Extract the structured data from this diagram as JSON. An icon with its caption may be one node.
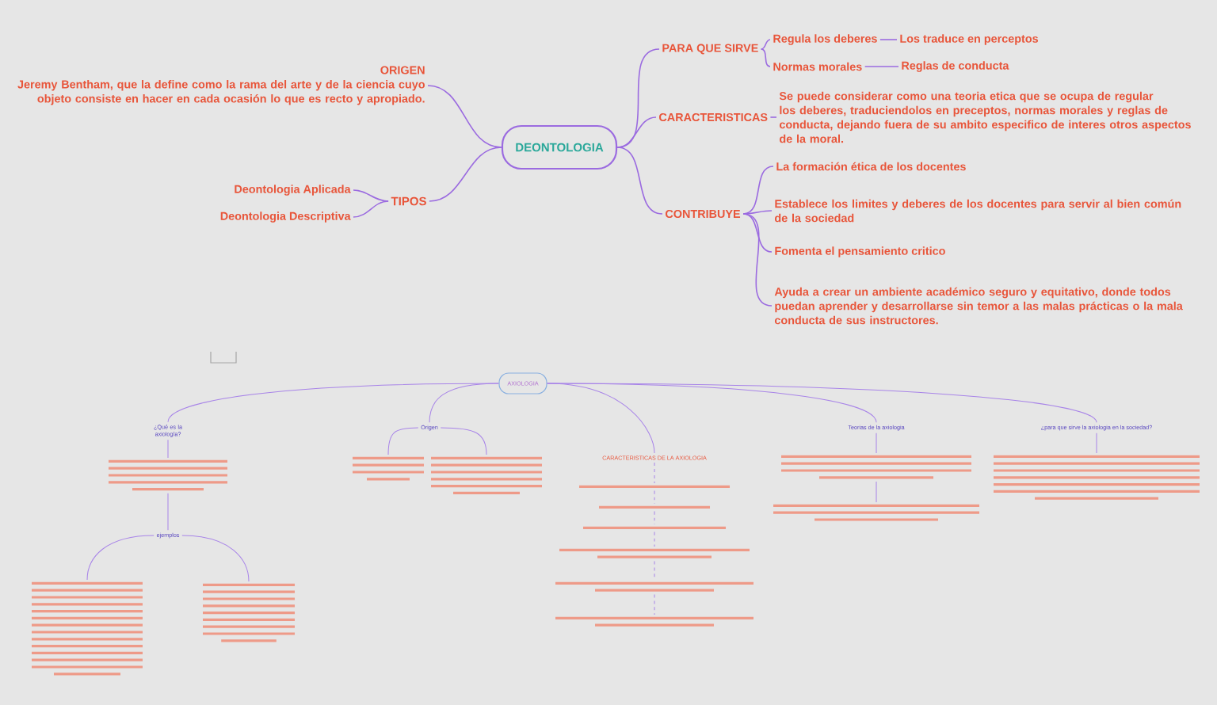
{
  "diagram": {
    "nodes": [
      {
        "text": [
          "DEONTOLOGIA"
        ]
      },
      {
        "text": [
          "ORIGEN",
          "Jeremy Bentham, que la define como la rama del arte y de la ciencia cuyo objeto consiste en hacer en cada ocasión lo que es recto y apropiado."
        ]
      },
      {
        "text": [
          "TIPOS"
        ]
      },
      {
        "text": [
          "Deontologia Aplicada"
        ]
      },
      {
        "text": [
          "Deontologia Descriptiva"
        ]
      },
      {
        "text": [
          "PARA QUE SIRVE"
        ]
      },
      {
        "text": [
          "Regula los deberes"
        ]
      },
      {
        "text": [
          "Los traduce en perceptos"
        ]
      },
      {
        "text": [
          "Normas morales"
        ]
      },
      {
        "text": [
          "Reglas de conducta"
        ]
      },
      {
        "text": [
          "CARACTERISTICAS"
        ]
      },
      {
        "text": [
          "Se puede considerar como una teoria etica que se ocupa de regular los deberes, traduciendolos en preceptos, normas morales y reglas de conducta, dejando fuera de su ambito especifico de interes otros aspectos de la moral."
        ]
      },
      {
        "text": [
          "CONTRIBUYE"
        ]
      },
      {
        "text": [
          "La formación ética de los docentes"
        ]
      },
      {
        "text": [
          "Establece los limites y deberes de los docentes para servir al bien común de la sociedad"
        ]
      },
      {
        "text": [
          "Fomenta el pensamiento critico"
        ]
      },
      {
        "text": [
          "Ayuda a crear un ambiente académico seguro y equitativo, donde todos puedan aprender y desarrollarse sin temor a las malas prácticas o la mala conducta de sus instructores."
        ]
      },
      {
        "text": [
          "AXIOLOGIA"
        ]
      },
      {
        "text": [
          "¿Qué es la axiología?"
        ]
      },
      {
        "text": [],
        "shape": "picture"
      },
      {
        "text": [
          "ejemplos"
        ]
      },
      {
        "text": [],
        "shape": "picture"
      },
      {
        "text": [],
        "shape": "picture"
      },
      {
        "text": [
          "Origen"
        ]
      },
      {
        "text": [],
        "shape": "picture"
      },
      {
        "text": [],
        "shape": "picture"
      },
      {
        "text": [
          "CARACTERISTICAS DE LA AXIOLOGIA"
        ]
      },
      {
        "text": [],
        "shape": "picture"
      },
      {
        "text": [],
        "shape": "picture"
      },
      {
        "text": [],
        "shape": "picture"
      },
      {
        "text": [],
        "shape": "picture"
      },
      {
        "text": [],
        "shape": "picture"
      },
      {
        "text": [],
        "shape": "picture"
      },
      {
        "text": [
          "Teorias de la axiologia"
        ]
      },
      {
        "text": [],
        "shape": "picture"
      },
      {
        "text": [],
        "shape": "picture"
      },
      {
        "text": [
          "¿para que sirve la axiologia en la sociedad?"
        ]
      },
      {
        "text": [],
        "shape": "picture"
      }
    ],
    "edges": [
      {
        "from": 0,
        "to": 1,
        "arrow": "none"
      },
      {
        "from": 0,
        "to": 2,
        "arrow": "none"
      },
      {
        "from": 2,
        "to": 3,
        "arrow": "none"
      },
      {
        "from": 2,
        "to": 4,
        "arrow": "none"
      },
      {
        "from": 0,
        "to": 5,
        "arrow": "none"
      },
      {
        "from": 5,
        "to": 6,
        "arrow": "none"
      },
      {
        "from": 5,
        "to": 8,
        "arrow": "none"
      },
      {
        "from": 6,
        "to": 7,
        "arrow": "none"
      },
      {
        "from": 8,
        "to": 9,
        "arrow": "none"
      },
      {
        "from": 0,
        "to": 10,
        "arrow": "none"
      },
      {
        "from": 10,
        "to": 11,
        "arrow": "none"
      },
      {
        "from": 0,
        "to": 12,
        "arrow": "none"
      },
      {
        "from": 12,
        "to": 13,
        "arrow": "none"
      },
      {
        "from": 12,
        "to": 14,
        "arrow": "none"
      },
      {
        "from": 12,
        "to": 15,
        "arrow": "none"
      },
      {
        "from": 12,
        "to": 16,
        "arrow": "none"
      },
      {
        "from": 17,
        "to": 18,
        "arrow": "none"
      },
      {
        "from": 18,
        "to": 19,
        "arrow": "none"
      },
      {
        "from": 19,
        "to": 20,
        "arrow": "none"
      },
      {
        "from": 20,
        "to": 21,
        "arrow": "none"
      },
      {
        "from": 20,
        "to": 22,
        "arrow": "none"
      },
      {
        "from": 17,
        "to": 23,
        "arrow": "none"
      },
      {
        "from": 23,
        "to": 24,
        "arrow": "none"
      },
      {
        "from": 23,
        "to": 25,
        "arrow": "none"
      },
      {
        "from": 17,
        "to": 26,
        "arrow": "none"
      },
      {
        "from": 26,
        "to": 27,
        "arrow": "none",
        "style": "dashed"
      },
      {
        "from": 27,
        "to": 28,
        "arrow": "none",
        "style": "dashed"
      },
      {
        "from": 28,
        "to": 29,
        "arrow": "none",
        "style": "dashed"
      },
      {
        "from": 29,
        "to": 30,
        "arrow": "none",
        "style": "dashed"
      },
      {
        "from": 30,
        "to": 31,
        "arrow": "none",
        "style": "dashed"
      },
      {
        "from": 31,
        "to": 32,
        "arrow": "none",
        "style": "dashed"
      },
      {
        "from": 17,
        "to": 33,
        "arrow": "none"
      },
      {
        "from": 33,
        "to": 34,
        "arrow": "none"
      },
      {
        "from": 34,
        "to": 35,
        "arrow": "none"
      },
      {
        "from": 17,
        "to": 36,
        "arrow": "none"
      },
      {
        "from": 36,
        "to": 37,
        "arrow": "none"
      }
    ]
  }
}
